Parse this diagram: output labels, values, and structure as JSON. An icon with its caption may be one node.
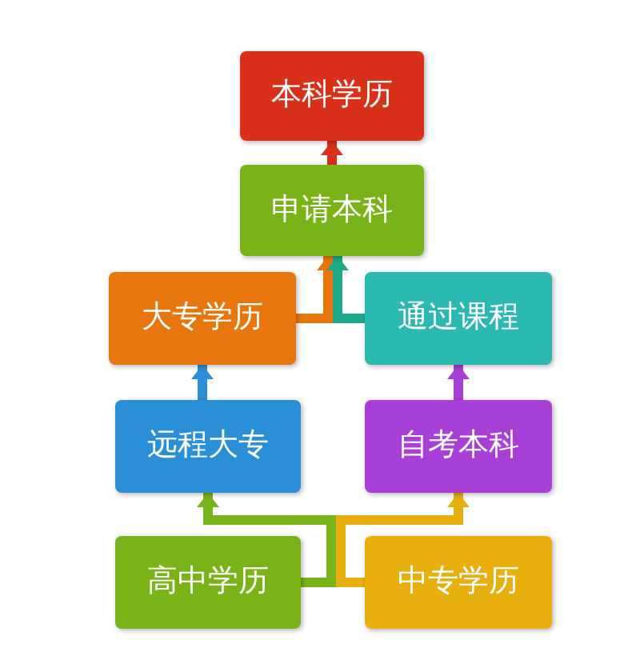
{
  "diagram": {
    "nodes": [
      {
        "text": [
          "本科学历"
        ]
      },
      {
        "text": [
          "申请本科"
        ]
      },
      {
        "text": [
          "大专学历"
        ]
      },
      {
        "text": [
          "通过课程"
        ]
      },
      {
        "text": [
          "远程大专"
        ]
      },
      {
        "text": [
          "自考本科"
        ]
      },
      {
        "text": [
          "高中学历"
        ]
      },
      {
        "text": [
          "中专学历"
        ]
      }
    ],
    "edges": [
      {
        "from": 1,
        "to": 0,
        "arrow": "to",
        "color": "#d9301a"
      },
      {
        "from": 2,
        "to": 1,
        "arrow": "to",
        "color": "#e8760e"
      },
      {
        "from": 3,
        "to": 1,
        "arrow": "to",
        "color": "#1fa88a"
      },
      {
        "from": 4,
        "to": 2,
        "arrow": "to",
        "color": "#2a8fd6"
      },
      {
        "from": 5,
        "to": 3,
        "arrow": "to",
        "color": "#a83fd6"
      },
      {
        "from": 6,
        "to": 4,
        "arrow": "to",
        "color": "#7ab317"
      },
      {
        "from": 7,
        "to": 5,
        "arrow": "to",
        "color": "#e8b00e"
      }
    ]
  }
}
